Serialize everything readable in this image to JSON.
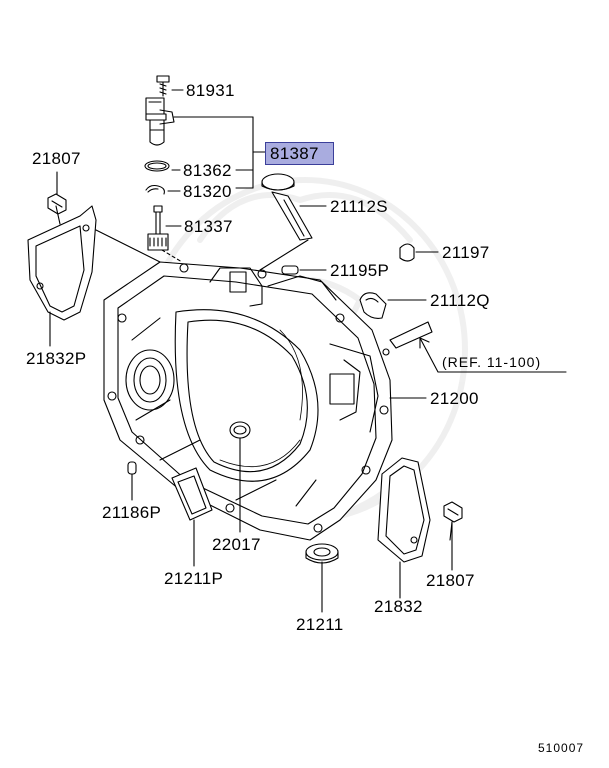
{
  "labels": {
    "p81931": "81931",
    "p81387": "81387",
    "p81362": "81362",
    "p81320": "81320",
    "p81337": "81337",
    "p21807_left": "21807",
    "p21832P": "21832P",
    "p21112S": "21112S",
    "p21197": "21197",
    "p21195P": "21195P",
    "p21112Q": "21112Q",
    "ref": "(REF. 11-100)",
    "p21200": "21200",
    "p21186P": "21186P",
    "p22017": "22017",
    "p21211P": "21211P",
    "p21211": "21211",
    "p21832": "21832",
    "p21807_right": "21807"
  },
  "diagram_id": "510007",
  "colors": {
    "highlight_fill": "#a9acdf",
    "highlight_border": "#3b3f9a",
    "line": "#000000"
  }
}
